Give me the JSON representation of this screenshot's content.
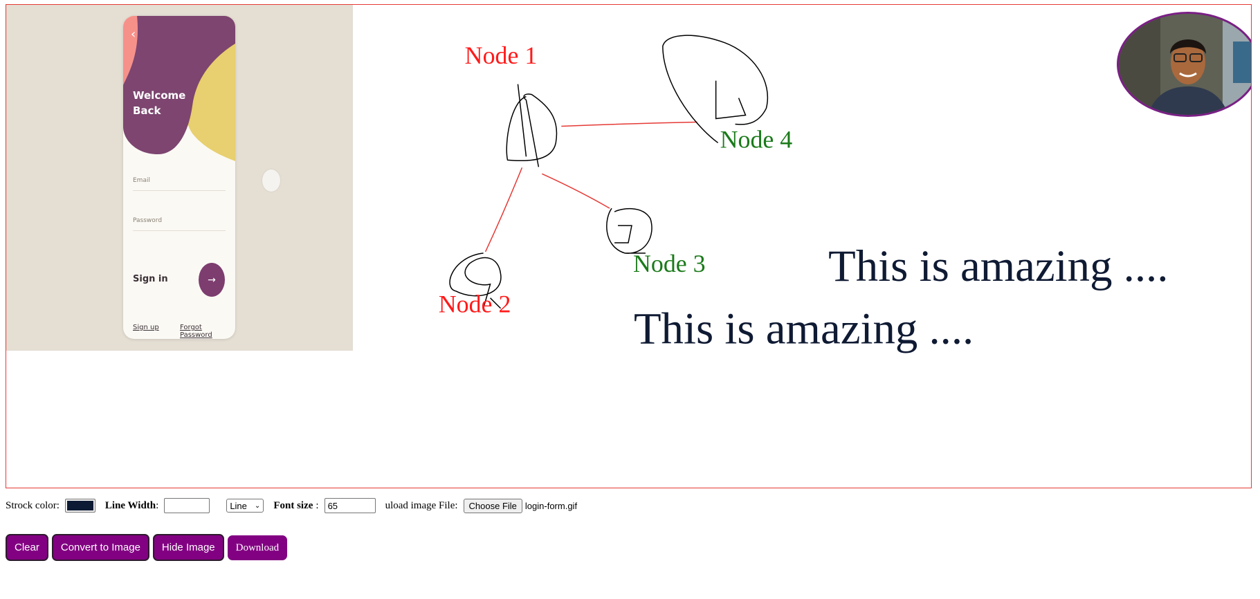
{
  "canvas": {
    "nodes": [
      {
        "label": "Node 1",
        "color": "#ff1a1a"
      },
      {
        "label": "Node 4",
        "color": "#1a7a1a"
      },
      {
        "label": "Node 3",
        "color": "#1a7a1a"
      },
      {
        "label": "Node 2",
        "color": "#ff1a1a"
      }
    ],
    "texts": [
      "This is amazing ....",
      "This is amazing ...."
    ],
    "text_color": "#0f1a33",
    "edge_color": "#e53935",
    "stroke_color": "#000000"
  },
  "uploaded_image": {
    "welcome": "Welcome Back",
    "email_label": "Email",
    "password_label": "Password",
    "sign_in": "Sign in",
    "sign_up": "Sign up",
    "forgot": "Forgot Password",
    "back_icon": "chevron-left-icon",
    "arrow_icon": "arrow-right-icon"
  },
  "controls": {
    "stroke_label": "Strock color:",
    "stroke_value": "#0c1a33",
    "line_width_label": "Line Width",
    "line_width_value": "",
    "shape_value": "Line",
    "font_size_label": "Font size",
    "font_size_value": "65",
    "upload_label": "uload image File:",
    "choose_file": "Choose File",
    "file_name": "login-form.gif"
  },
  "buttons": {
    "clear": "Clear",
    "convert": "Convert to Image",
    "hide": "Hide Image",
    "download": "Download"
  }
}
